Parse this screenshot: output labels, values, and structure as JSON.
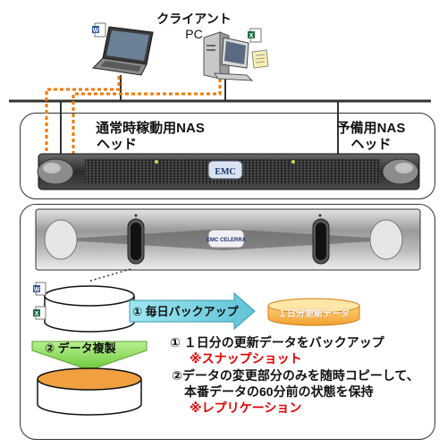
{
  "client": {
    "line1": "クライアント",
    "line2": "PC"
  },
  "primary_nas": {
    "line1": "通常時稼動用NAS",
    "line2": "ヘッド"
  },
  "standby_nas": {
    "line1": "予備用NAS",
    "line2": "ヘッド"
  },
  "brand_logo": "EMC",
  "storage_logo": "EMC CELERRA",
  "backup_arrow": "① 毎日バックアップ",
  "backup_box": "１日分更新データ",
  "replicate_arrow": "② データ複製",
  "desc": {
    "item1": "① １日分の更新データをバックアップ",
    "item1_note": "※スナップショット",
    "item2_line1": "②データの変更部分のみを随時コピーして、",
    "item2_line2": "本番データの60分前の状態を保持",
    "item2_note": "※レプリケーション"
  },
  "colors": {
    "dashed_link": "#f07800",
    "arrow_cyan": "#6fd0de",
    "arrow_green": "#8de05a",
    "disk_orange": "#f0a040"
  },
  "icons": [
    "laptop-icon",
    "desktop-icon",
    "word-doc-icon",
    "excel-doc-icon",
    "notepad-icon"
  ]
}
